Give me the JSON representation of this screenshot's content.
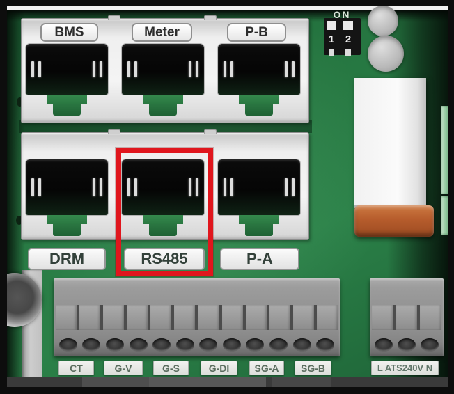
{
  "ports": {
    "top": [
      {
        "label": "BMS"
      },
      {
        "label": "Meter"
      },
      {
        "label": "P-B"
      }
    ],
    "bottom": [
      {
        "label": "DRM"
      },
      {
        "label": "RS485"
      },
      {
        "label": "P-A"
      }
    ]
  },
  "dip_switch": {
    "on_label": "ON",
    "positions": [
      "1",
      "2"
    ]
  },
  "terminals": {
    "labels": [
      "CT",
      "G-V",
      "G-S",
      "G-DI",
      "SG-A",
      "SG-B"
    ],
    "ats_label": "L ATS240V N"
  },
  "highlight": {
    "highlighted_port": "RS485",
    "color": "#e0161d"
  },
  "colors": {
    "pcb_green": "#257540",
    "bracket_silver": "#efefef",
    "component_orange": "#b65c2c",
    "strip_light_green": "#95cba1"
  }
}
